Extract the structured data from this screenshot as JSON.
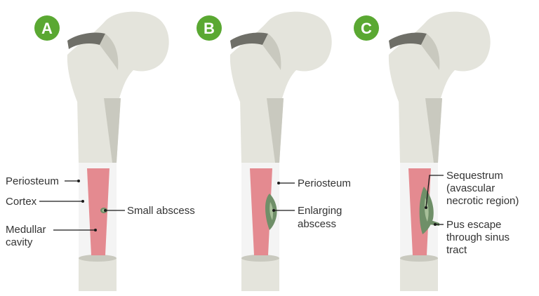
{
  "colors": {
    "badge": "#5aa832",
    "bone": "#e4e4dc",
    "bone_shadow": "#c9c9bf",
    "bone_dark": "#6f6f68",
    "cortex": "#f4f4f4",
    "marrow": "#e48a90",
    "abscess": "#6f8f68",
    "abscess_light": "#a8c09a",
    "leader": "#1a1a1a"
  },
  "panels": [
    {
      "badge": "A",
      "labels": [
        {
          "lines": [
            "Periosteum"
          ]
        },
        {
          "lines": [
            "Cortex"
          ]
        },
        {
          "lines": [
            "Medullar",
            "cavity"
          ]
        },
        {
          "lines": [
            "Small abscess"
          ]
        }
      ]
    },
    {
      "badge": "B",
      "labels": [
        {
          "lines": [
            "Periosteum"
          ]
        },
        {
          "lines": [
            "Enlarging",
            "abscess"
          ]
        }
      ]
    },
    {
      "badge": "C",
      "labels": [
        {
          "lines": [
            "Sequestrum",
            "(avascular",
            "necrotic region)"
          ]
        },
        {
          "lines": [
            "Pus escape",
            "through sinus",
            "tract"
          ]
        }
      ]
    }
  ]
}
